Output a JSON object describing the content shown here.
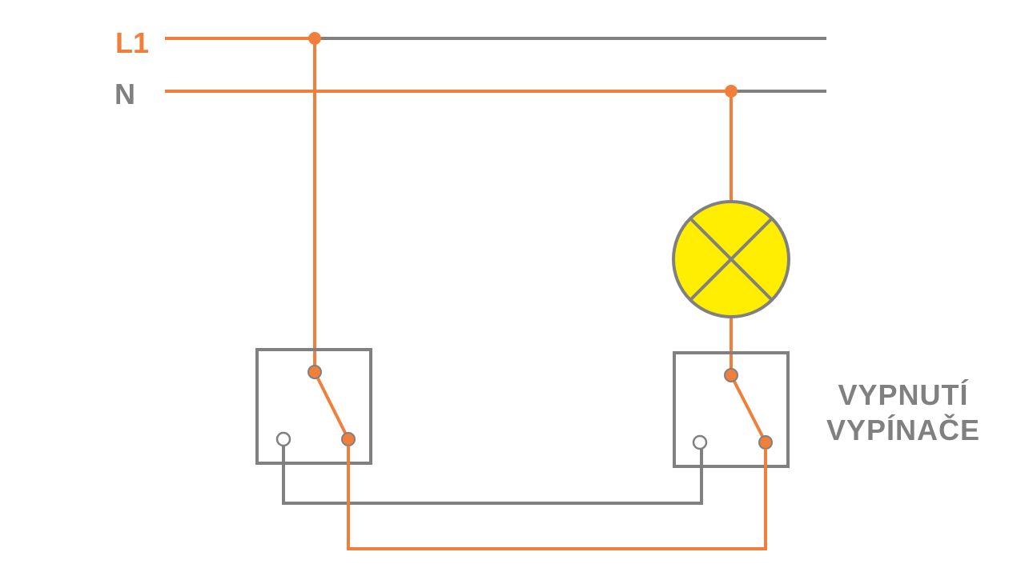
{
  "labels": {
    "line": "L1",
    "neutral": "N"
  },
  "caption": {
    "line1": "VYPNUTÍ",
    "line2": "VYPÍNAČE"
  },
  "colors": {
    "live": "#f07f3c",
    "neutral": "#808080",
    "lamp_fill": "#ffee00",
    "background": "#ffffff"
  }
}
